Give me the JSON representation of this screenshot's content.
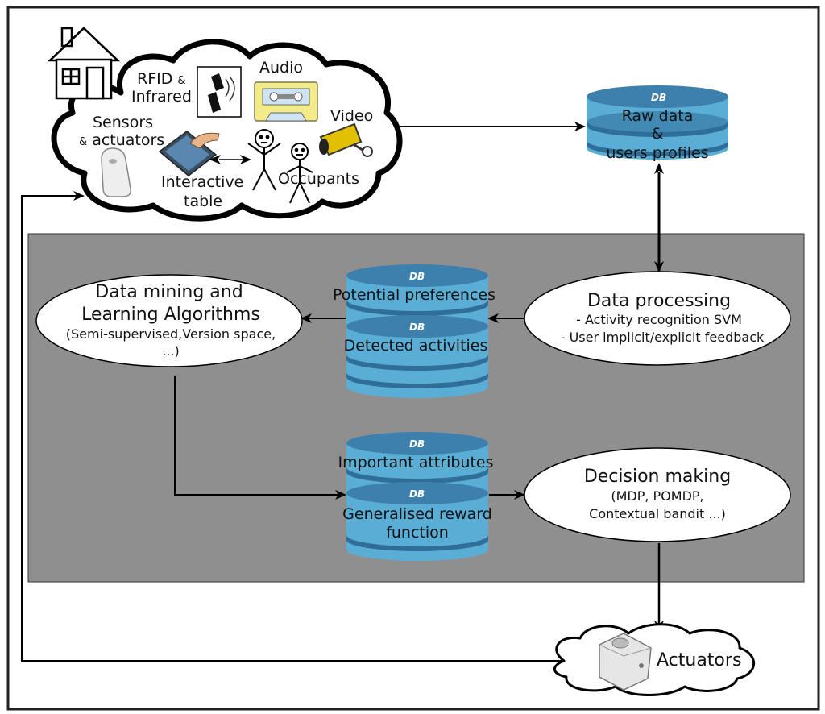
{
  "colors": {
    "panel_fill": "#8f8f8f",
    "db_body": "#5aaed6",
    "db_top": "#3d80ad",
    "db_band": "#2f6e98",
    "ellipse_fill": "#ffffff",
    "line": "#000000"
  },
  "environment": {
    "rfid": "RFID",
    "rfid_amp": "&",
    "infrared": "Infrared",
    "audio": "Audio",
    "video": "Video",
    "sensors": "Sensors",
    "sensors_amp": "&",
    "sensors_actuators": "actuators",
    "interactive": "Interactive",
    "table": "table",
    "occupants": "Occupants",
    "icons": [
      "house-icon",
      "rfid-reader-icon",
      "cassette-icon",
      "camera-icon",
      "tablet-icon",
      "stick-figure-icon",
      "sensor-plug-icon"
    ]
  },
  "raw_db": {
    "tag": "DB",
    "line1": "Raw data",
    "line2": "&",
    "line3": "users profiles"
  },
  "data_processing": {
    "title": "Data processing",
    "line1": "- Activity recognition SVM",
    "line2": "- User implicit/explicit feedback"
  },
  "data_mining": {
    "title1": "Data mining and",
    "title2": "Learning Algorithms",
    "line1": "(Semi-supervised,Version space,",
    "line2": "...)"
  },
  "db_preferences": {
    "tag": "DB",
    "top_label": "Potential preferences",
    "bottom_label": "Detected activities"
  },
  "db_attributes": {
    "tag": "DB",
    "top_label": "Important attributes",
    "bottom_label1": "Generalised reward",
    "bottom_label2": "function"
  },
  "decision_making": {
    "title": "Decision making",
    "line1": "(MDP, POMDP,",
    "line2": "Contextual bandit ...)"
  },
  "actuators": {
    "label": "Actuators"
  }
}
